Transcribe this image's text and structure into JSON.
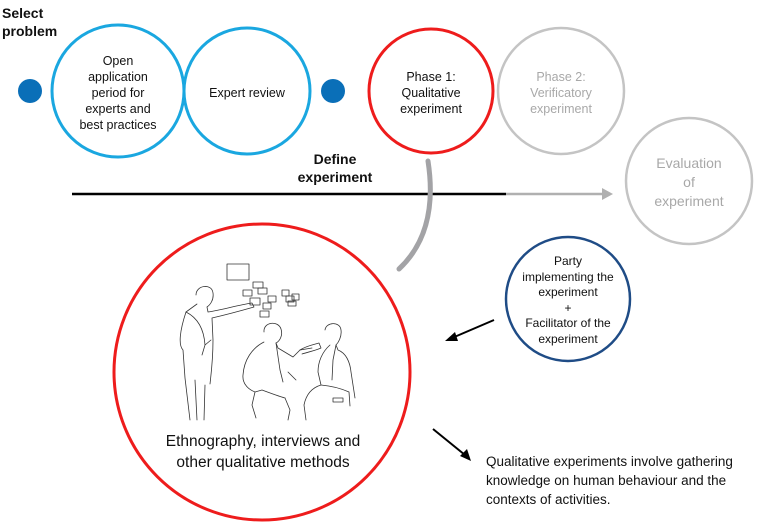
{
  "colors": {
    "light_blue": "#1aa7e0",
    "dot_blue": "#0a6fb8",
    "red": "#ee1c1c",
    "gray": "#c4c4c4",
    "gray_text": "#a8a8a8",
    "navy": "#1f4c86",
    "black": "#000000",
    "arc_gray": "#a3a3a6"
  },
  "start_label": "Select\nproblem",
  "stages": [
    {
      "id": "open-application",
      "label": "Open\napplication\nperiod for\nexperts and\nbest practices",
      "style": "blue"
    },
    {
      "id": "expert-review",
      "label": "Expert review",
      "style": "blue"
    },
    {
      "id": "phase-1",
      "label": "Phase 1:\nQualitative\nexperiment",
      "style": "red"
    },
    {
      "id": "phase-2",
      "label": "Phase 2:\nVerificatory\nexperiment",
      "style": "gray"
    },
    {
      "id": "evaluation",
      "label": "Evaluation\nof\nexperiment",
      "style": "gray"
    }
  ],
  "define_label": "Define\nexperiment",
  "detail_circle_label": "Ethnography, interviews and\nother qualitative methods",
  "actors_label": "Party\nimplementing the\nexperiment\n+\nFacilitator of the\nexperiment",
  "note": "Qualitative experiments involve gathering\nknowledge on human behaviour and the\ncontexts of activities.",
  "illustration": "people-interview-sketch"
}
